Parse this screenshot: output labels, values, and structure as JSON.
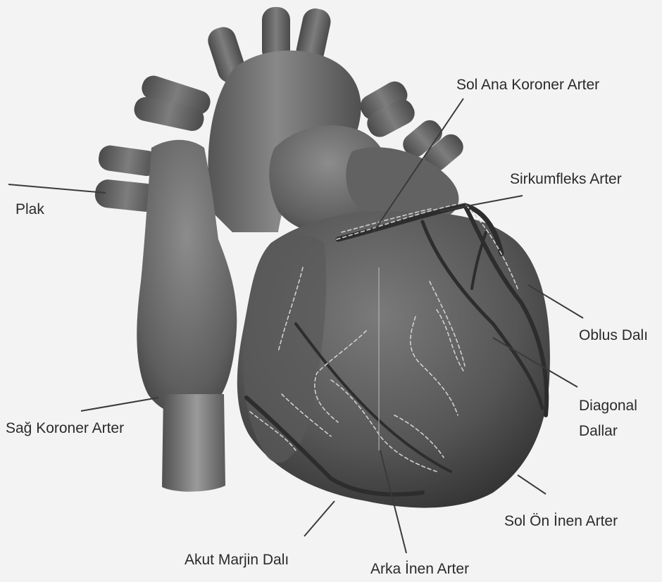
{
  "labels": {
    "plak": "Plak",
    "sol_ana_koroner_arter": "Sol Ana Koroner Arter",
    "sirkumfleks_arter": "Sirkumfleks Arter",
    "oblus_dali": "Oblus Dalı",
    "diagonal": "Diagonal",
    "dallar": "Dallar",
    "sag_koroner_arter": "Sağ Koroner Arter",
    "sol_on_inen_arter": "Sol Ön İnen Arter",
    "akut_marjin_dali": "Akut Marjin Dalı",
    "arka_inen_arter": "Arka İnen Arter"
  },
  "colors": {
    "background": "#f3f3f3",
    "heart_dark": "#3f3f3f",
    "heart_mid": "#6a6a6a",
    "heart_light": "#8e8e8e",
    "vessel": "#2d2d2d",
    "dash": "#cfcfcf",
    "leader": "#3a3a3a",
    "text": "#2a2a2a"
  }
}
